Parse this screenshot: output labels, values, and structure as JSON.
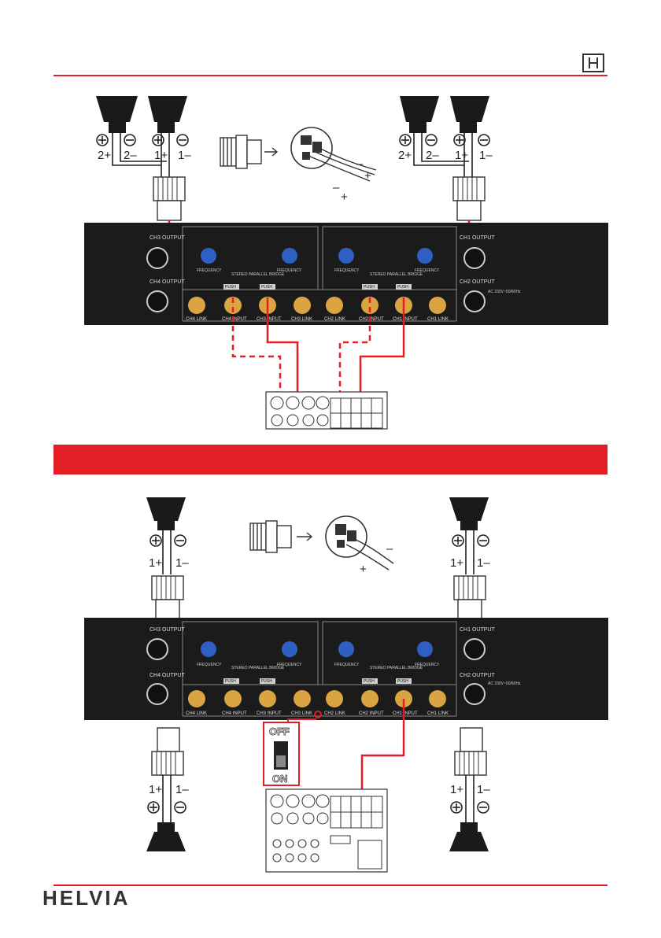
{
  "header": {
    "logo_icon": "h-box-logo-icon"
  },
  "footer": {
    "brand": "HELVIA"
  },
  "colors": {
    "accent": "#e31e24",
    "panel": "#1b1b1b",
    "knob": "#2f5fc2"
  },
  "diagram1": {
    "left_terminals": [
      "2+",
      "2–",
      "1+",
      "1–"
    ],
    "right_terminals": [
      "2+",
      "2–",
      "1+",
      "1–"
    ],
    "connector_wires": [
      "–",
      "+",
      "–",
      "+"
    ]
  },
  "diagram2": {
    "top_left_terminals": [
      "1+",
      "1–"
    ],
    "top_right_terminals": [
      "1+",
      "1–"
    ],
    "bottom_left_terminals": [
      "1+",
      "1–"
    ],
    "bottom_right_terminals": [
      "1+",
      "1–"
    ],
    "connector_wires": [
      "–",
      "+"
    ],
    "switch": {
      "off": "OFF",
      "on": "ON"
    }
  },
  "amp": {
    "ch3_output": "CH3 OUTPUT",
    "ch4_output": "CH4 OUTPUT",
    "ch1_output": "CH1 OUTPUT",
    "ch2_output": "CH2 OUTPUT",
    "jacks": [
      "CH4 LINK",
      "CH4 INPUT",
      "CH3 INPUT",
      "CH3 LINK",
      "CH2 LINK",
      "CH2 INPUT",
      "CH1 INPUT",
      "CH1 LINK"
    ],
    "push": "PUSH",
    "mode": "STEREO  PARALLEL  BRIDGE",
    "frequency": "FREQUENCY",
    "mains": "AC 230V~50/60Hz"
  }
}
